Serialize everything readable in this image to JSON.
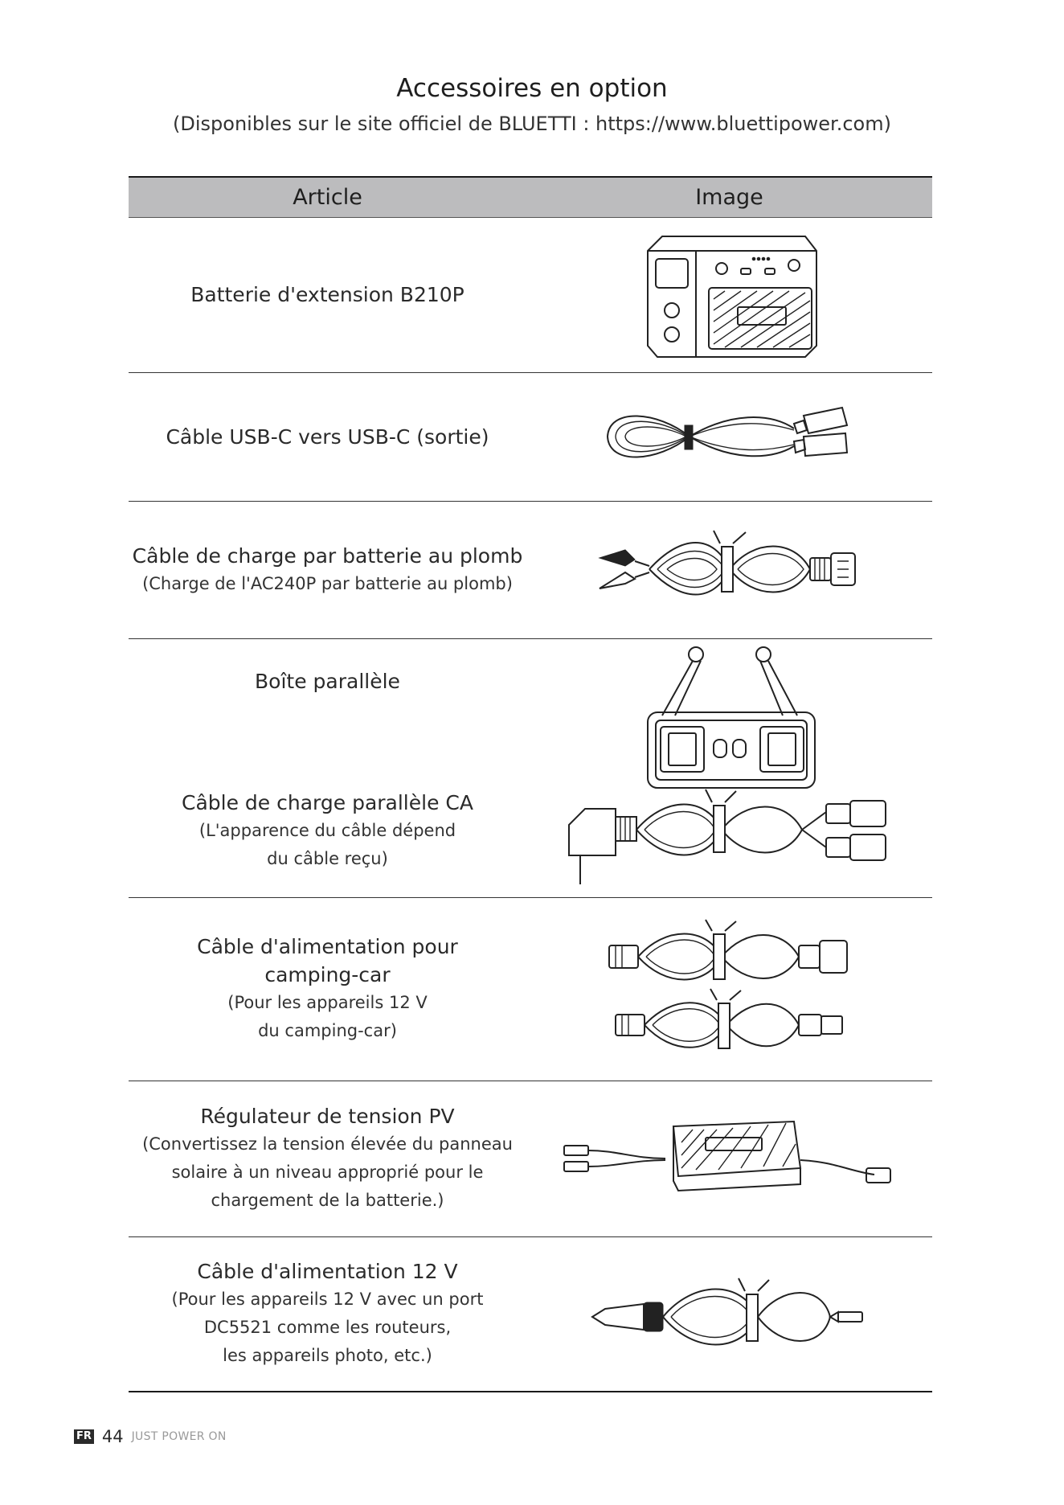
{
  "page": {
    "title": "Accessoires en option",
    "subtitle": "(Disponibles sur le site officiel de BLUETTI : https://www.bluettipower.com)"
  },
  "table": {
    "headers": {
      "article": "Article",
      "image": "Image"
    },
    "rows": [
      {
        "name": "Batterie d'extension B210P",
        "icon": "battery-illustration"
      },
      {
        "name": "Câble USB-C vers USB-C (sortie)",
        "icon": "usb-c-cable-illustration"
      },
      {
        "name": "Câble de charge par batterie au plomb",
        "note": "(Charge de l'AC240P par batterie au plomb)",
        "icon": "lead-acid-cable-illustration"
      },
      {
        "name": "Boîte parallèle",
        "name2": "Câble de charge parallèle CA",
        "note2_l1": "(L'apparence du câble dépend",
        "note2_l2": "du câble reçu)",
        "icon": "parallel-box-illustration"
      },
      {
        "name_l1": "Câble d'alimentation pour",
        "name_l2": "camping-car",
        "note_l1": "(Pour les appareils 12 V",
        "note_l2": "du camping-car)",
        "icon": "rv-cable-illustration"
      },
      {
        "name": "Régulateur de tension PV",
        "note_l1": "(Convertissez la tension élevée du panneau",
        "note_l2": "solaire à un niveau approprié pour le",
        "note_l3": "chargement de la batterie.)",
        "icon": "pv-regulator-illustration"
      },
      {
        "name": "Câble d'alimentation 12 V",
        "note_l1": "(Pour les appareils 12 V avec un port",
        "note_l2": "DC5521 comme les routeurs,",
        "note_l3": "les appareils photo, etc.)",
        "icon": "car-charger-cable-illustration"
      }
    ]
  },
  "footer": {
    "lang": "FR",
    "page_number": "44",
    "slogan": "JUST POWER ON"
  }
}
